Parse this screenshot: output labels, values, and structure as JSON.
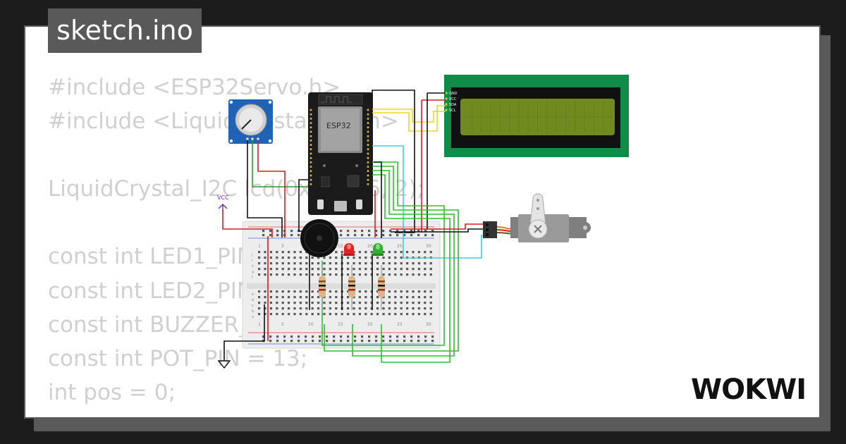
{
  "file_tab": {
    "name": "sketch.ino"
  },
  "code_lines": [
    "#include <ESP32Servo.h>",
    "#include <LiquidCrystal_I2C.h>",
    "",
    "LiquidCrystal_I2C lcd(0x27, 16, 2);",
    "",
    "const int LED1_PIN = 18;",
    "const int LED2_PIN = 19;",
    "const int BUZZER_PIN = 5;",
    "const int POT_PIN = 13;",
    "int pos = 0;"
  ],
  "esp32": {
    "label": "ESP32"
  },
  "vcc": {
    "label": "VCC"
  },
  "lcd": {
    "pins": [
      "GND",
      "VCC",
      "SDA",
      "SCL"
    ]
  },
  "breadboard": {
    "top_numbers": [
      "1",
      "5",
      "10",
      "15",
      "20",
      "25",
      "30"
    ],
    "bottom_numbers": [
      "1",
      "5",
      "10",
      "15",
      "20",
      "25",
      "30"
    ],
    "row_letters_top": [
      "j",
      "i",
      "h",
      "g",
      "f"
    ],
    "row_letters_bottom": [
      "e",
      "d",
      "c",
      "b",
      "a"
    ]
  },
  "leds": [
    {
      "color": "red"
    },
    {
      "color": "green"
    }
  ],
  "brand": {
    "name": "WOKWI"
  },
  "colors": {
    "background": "#1c1c1c",
    "card": "#ffffff",
    "code_text": "#d0d0d0",
    "tab": "#595959"
  }
}
